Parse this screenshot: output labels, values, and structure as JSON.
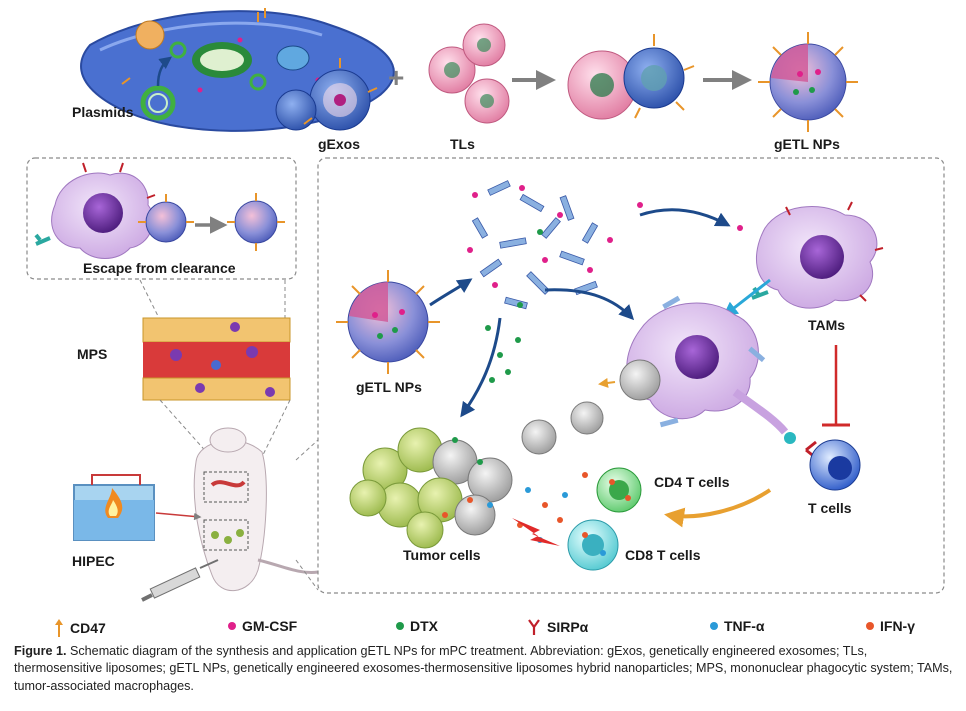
{
  "labels": {
    "plasmids": "Plasmids",
    "gexos": "gExos",
    "tls": "TLs",
    "getl_top": "gETL NPs",
    "escape": "Escape from clearance",
    "mps": "MPS",
    "hipec": "HIPEC",
    "getl_mid": "gETL NPs",
    "tams": "TAMs",
    "tcells": "T cells",
    "cd4": "CD4 T cells",
    "cd8": "CD8 T cells",
    "tumor": "Tumor cells",
    "plus": "+"
  },
  "legend": [
    {
      "label": "CD47",
      "symbol": "arrow",
      "color": "#e8952a"
    },
    {
      "label": "GM-CSF",
      "symbol": "dot",
      "color": "#e0208a"
    },
    {
      "label": "DTX",
      "symbol": "dot",
      "color": "#1f9a4a"
    },
    {
      "label": "SIRPα",
      "symbol": "y",
      "color": "#c0202a"
    },
    {
      "label": "TNF-α",
      "symbol": "dot",
      "color": "#2a9ad8"
    },
    {
      "label": "IFN-γ",
      "symbol": "dot",
      "color": "#e8562a"
    }
  ],
  "caption": {
    "label": "Figure 1.",
    "text": "Schematic diagram of the synthesis and application gETL NPs for mPC treatment. Abbreviation: gExos, genetically engineered exosomes; TLs, thermosensitive liposomes; gETL NPs, genetically engineered exosomes-thermosensitive liposomes hybrid nanoparticles; MPS, mononuclear phagocytic system; TAMs, tumor-associated macrophages."
  },
  "colors": {
    "exosome": "#3b63c8",
    "liposome": "#f2a9c4",
    "macrophage": "#d8b8e8",
    "nucleus": "#6a2a9a",
    "vessel": "#d93a3a",
    "arrow_dark": "#1d4a8a",
    "arrow_gray": "#808080",
    "arrow_orange": "#e8a030",
    "inhibit": "#d02a2a"
  }
}
